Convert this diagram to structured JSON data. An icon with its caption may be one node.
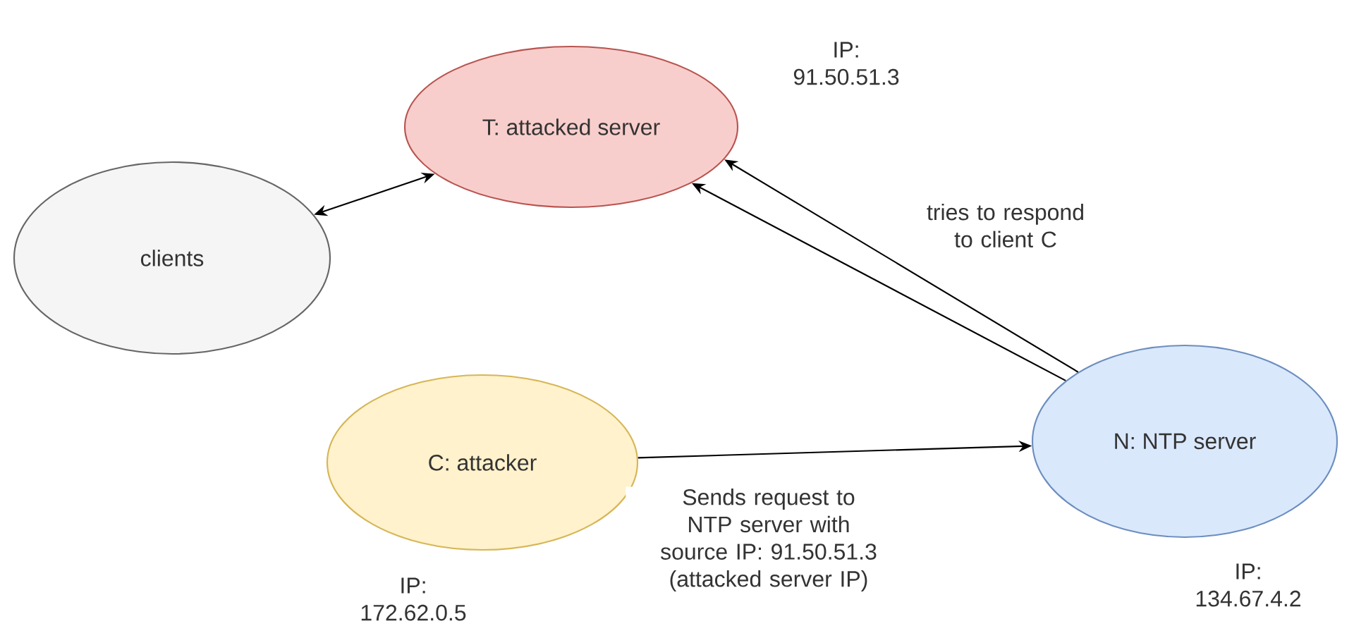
{
  "diagram": {
    "nodes": [
      {
        "text": [
          "T: attacked server"
        ],
        "beside": [
          "IP: 91.50.51.3"
        ]
      },
      {
        "text": [
          "clients"
        ]
      },
      {
        "text": [
          "C: attacker"
        ],
        "beside": [
          "IP: 172.62.0.5"
        ]
      },
      {
        "text": [
          "N: NTP server"
        ],
        "beside": [
          "IP: 134.67.4.2"
        ]
      }
    ],
    "edges": [
      {
        "from": 1,
        "to": 0,
        "arrow": "both"
      },
      {
        "from": 3,
        "to": 0,
        "arrow": "to",
        "label": "tries to respond to client C"
      },
      {
        "from": 3,
        "to": 0,
        "arrow": "to"
      },
      {
        "from": 2,
        "to": 3,
        "arrow": "to",
        "label": "Sends request to NTP server with source IP: 91.50.51.3 (attacked server IP)"
      }
    ]
  }
}
